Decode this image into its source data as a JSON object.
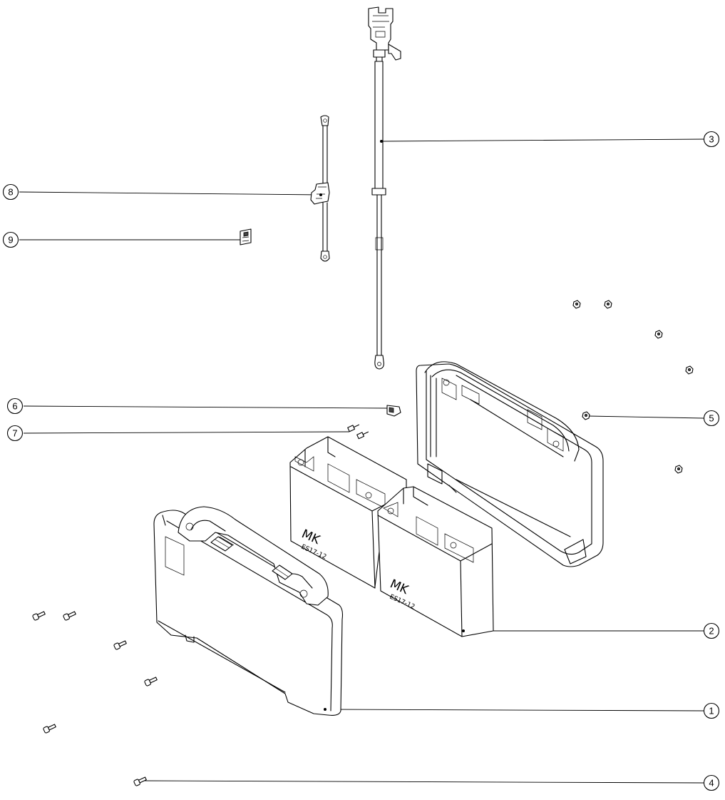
{
  "callouts": [
    {
      "id": "callout-1",
      "label": "1"
    },
    {
      "id": "callout-2",
      "label": "2"
    },
    {
      "id": "callout-3",
      "label": "3"
    },
    {
      "id": "callout-4",
      "label": "4"
    },
    {
      "id": "callout-5",
      "label": "5"
    },
    {
      "id": "callout-6",
      "label": "6"
    },
    {
      "id": "callout-7",
      "label": "7"
    },
    {
      "id": "callout-8",
      "label": "8"
    },
    {
      "id": "callout-9",
      "label": "9"
    }
  ],
  "batteries": [
    {
      "brand": "MK",
      "model": "ES17-12"
    },
    {
      "brand": "MK",
      "model": "ES17-12"
    }
  ]
}
